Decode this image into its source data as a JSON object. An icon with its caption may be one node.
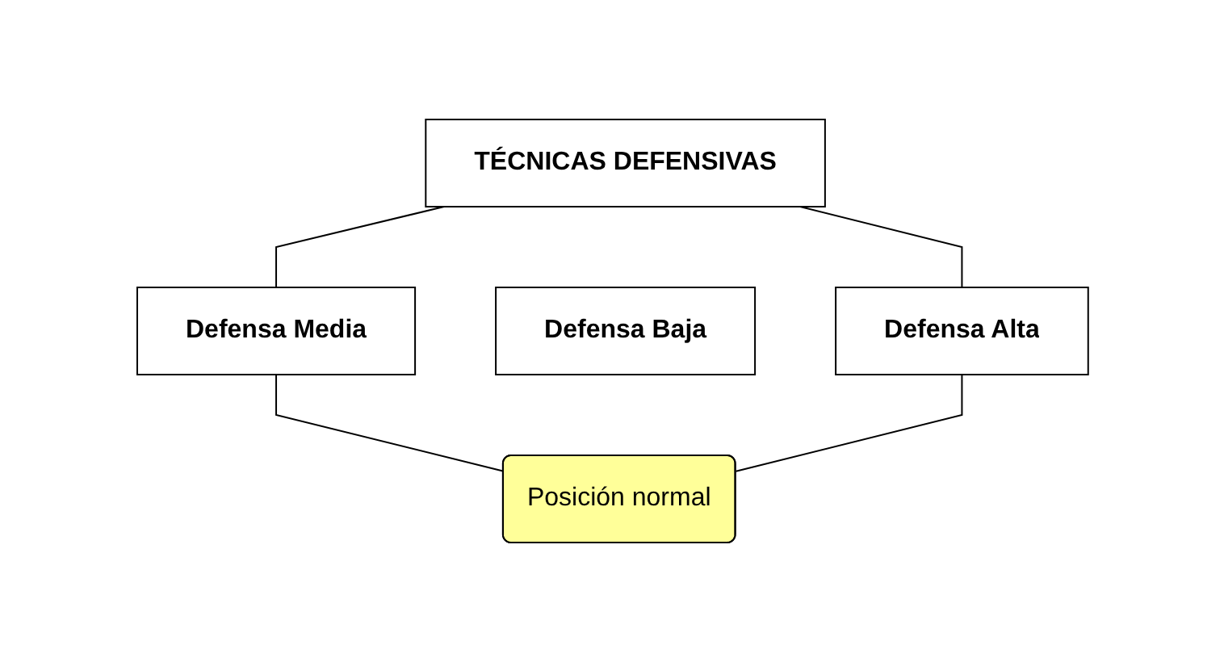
{
  "diagram": {
    "nodes": [
      {
        "text": [
          "TÉCNICAS DEFENSIVAS"
        ]
      },
      {
        "text": [
          "Defensa Media"
        ]
      },
      {
        "text": [
          "Defensa Baja"
        ]
      },
      {
        "text": [
          "Defensa Alta"
        ]
      },
      {
        "text": [
          "Posición normal"
        ]
      }
    ],
    "edges": [
      {
        "from": 0,
        "to": 1,
        "arrow": "none"
      },
      {
        "from": 0,
        "to": 3,
        "arrow": "none"
      },
      {
        "from": 1,
        "to": 4,
        "arrow": "none"
      },
      {
        "from": 3,
        "to": 4,
        "arrow": "none"
      }
    ]
  }
}
